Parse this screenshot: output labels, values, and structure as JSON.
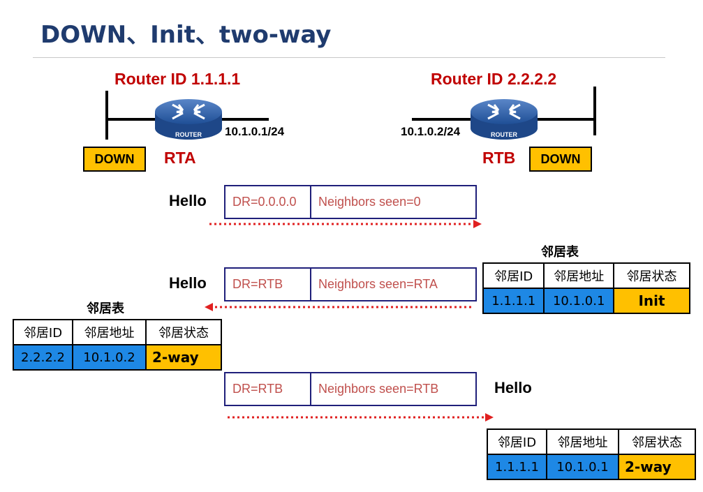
{
  "title": "DOWN、Init、two-way",
  "routers": {
    "rta": {
      "router_id": "Router ID 1.1.1.1",
      "name": "RTA",
      "ip": "10.1.0.1/24",
      "state": "DOWN",
      "icon_label": "ROUTER"
    },
    "rtb": {
      "router_id": "Router ID 2.2.2.2",
      "name": "RTB",
      "ip": "10.1.0.2/24",
      "state": "DOWN",
      "icon_label": "ROUTER"
    }
  },
  "hello_label": "Hello",
  "packets": [
    {
      "dr": "DR=0.0.0.0",
      "neighbors": "Neighbors seen=0"
    },
    {
      "dr": "DR=RTB",
      "neighbors": "Neighbors seen=RTA"
    },
    {
      "dr": "DR=RTB",
      "neighbors": "Neighbors seen=RTB"
    }
  ],
  "neighbor_table_title": "邻居表",
  "neighbor_table_headers": [
    "邻居ID",
    "邻居地址",
    "邻居状态"
  ],
  "neighbor_tables": {
    "rtb_init": {
      "id": "1.1.1.1",
      "address": "10.1.0.1",
      "state": "Init"
    },
    "rta_twoway": {
      "id": "2.2.2.2",
      "address": "10.1.0.2",
      "state": "2-way"
    },
    "rtb_twoway": {
      "id": "1.1.1.1",
      "address": "10.1.0.1",
      "state": "2-way"
    }
  },
  "colors": {
    "title": "#1f3b6e",
    "accent_red": "#c00000",
    "state_gold": "#ffc000",
    "table_blue": "#1e88e5",
    "arrow_red": "#e02020"
  }
}
